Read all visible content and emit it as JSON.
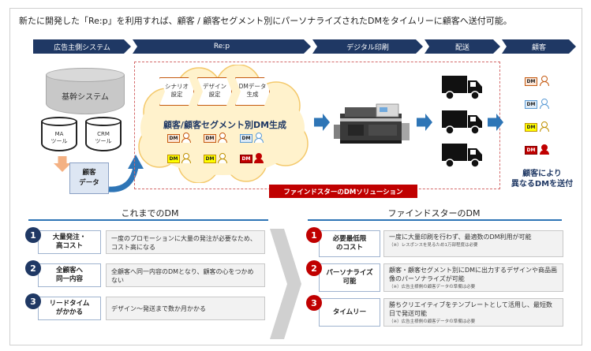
{
  "headline": "新たに開発した「Re:p」を利用すれば、顧客 / 顧客セグメント別にパーソナライズされたDMをタイムリーに顧客へ送付可能。",
  "phases": [
    "広告主側システム",
    "Re:p",
    "デジタル印刷",
    "配送",
    "顧客"
  ],
  "advertiser": {
    "core_system": "基幹システム",
    "ma_tool": [
      "MA",
      "ツール"
    ],
    "crm_tool": [
      "CRM",
      "ツール"
    ],
    "customer_data": [
      "顧客",
      "データ"
    ]
  },
  "repflow": {
    "steps": [
      [
        "シナリオ",
        "設定"
      ],
      [
        "デザイン",
        "設定"
      ],
      [
        "DMデータ",
        "生成"
      ]
    ],
    "title": "顧客/顧客セグメント別DM生成",
    "dm_label": "DM"
  },
  "solution_label": "ファインドスターのDMソリューション",
  "result": [
    "顧客により",
    "異なるDMを送付"
  ],
  "colors": {
    "navy": "#1f3864",
    "blue": "#2e75b6",
    "red": "#c00000",
    "orange": "#f4b183",
    "dm_orange": "#fbe5d6",
    "dm_blue": "#deebf7",
    "dm_yellow": "#ffff00",
    "dm_red": "#c00000"
  },
  "before": {
    "title": "これまでのDM",
    "rows": [
      {
        "num": "1",
        "label": [
          "大量発注・",
          "高コスト"
        ],
        "desc": "一度のプロモーションに大量の発注が必要なため、コスト高になる"
      },
      {
        "num": "2",
        "label": [
          "全顧客へ",
          "同一内容"
        ],
        "desc": "全顧客へ同一内容のDMとなり、顧客の心をつかめない"
      },
      {
        "num": "3",
        "label": [
          "リードタイム",
          "がかかる"
        ],
        "desc": "デザイン～発送まで数か月かかる"
      }
    ]
  },
  "after": {
    "title": "ファインドスターのDM",
    "rows": [
      {
        "num": "1",
        "label": [
          "必要最低限",
          "のコスト"
        ],
        "desc": "一度に大量印刷を行わず、最適数のDM利用が可能",
        "note": "（※）レスポンスを見るため1万部程度は必要"
      },
      {
        "num": "2",
        "label": [
          "パーソナライズ",
          "可能"
        ],
        "desc": "顧客・顧客セグメント別にDMに出力するデザインや商品画像のパーソナライズが可能",
        "note": "（※）広告主様側の顧客データの準備は必要"
      },
      {
        "num": "3",
        "label": [
          "タイムリー"
        ],
        "desc": "勝ちクリエイティブをテンプレートとして活用し、最短数日で発送可能",
        "note": "（※）広告主様側の顧客データの準備は必要"
      }
    ]
  }
}
